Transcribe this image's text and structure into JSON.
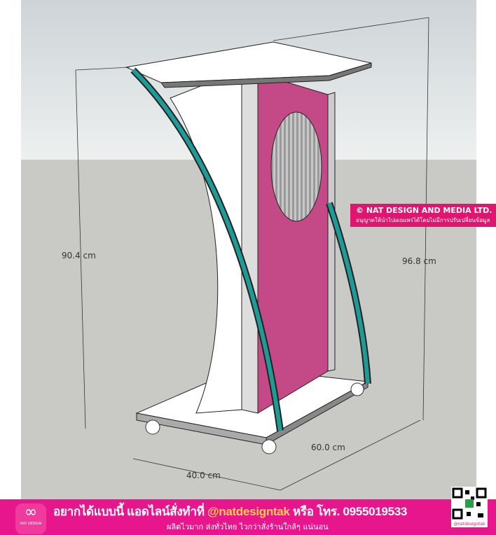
{
  "dimensions": {
    "left_height": "90.4 cm",
    "right_height": "96.8 cm",
    "width": "40.0 cm",
    "depth": "60.0 cm"
  },
  "copyright": {
    "title": "© NAT DESIGN AND MEDIA LTD.",
    "note": "อนุญาตให้นำไปเผยแพร่ได้โดยไม่มีการปรับเปลี่ยนข้อมูล"
  },
  "banner": {
    "line1_prefix": "อยากได้แบบนี้ แอดไลน์สั่งทำที่ ",
    "handle": "@natdesigntak",
    "line1_suffix": " หรือ โทร. 0955019533",
    "line2": "ผลิตไวมาก ส่งทั่วไทย ไวกว่าสั่งร้านใกล้ๆ แน่นอน",
    "logo_text": "NAT DESIGN",
    "qr_caption": "@natdesigntak"
  },
  "colors": {
    "pink": "#e8168c",
    "panel": "#c44a87",
    "teal": "#1e9a97"
  }
}
